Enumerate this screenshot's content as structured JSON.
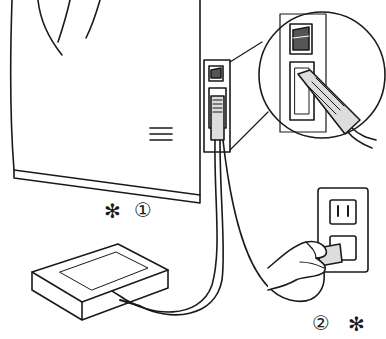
{
  "diagram": {
    "labels": [
      "✻",
      "①",
      "②",
      "✻"
    ]
  }
}
